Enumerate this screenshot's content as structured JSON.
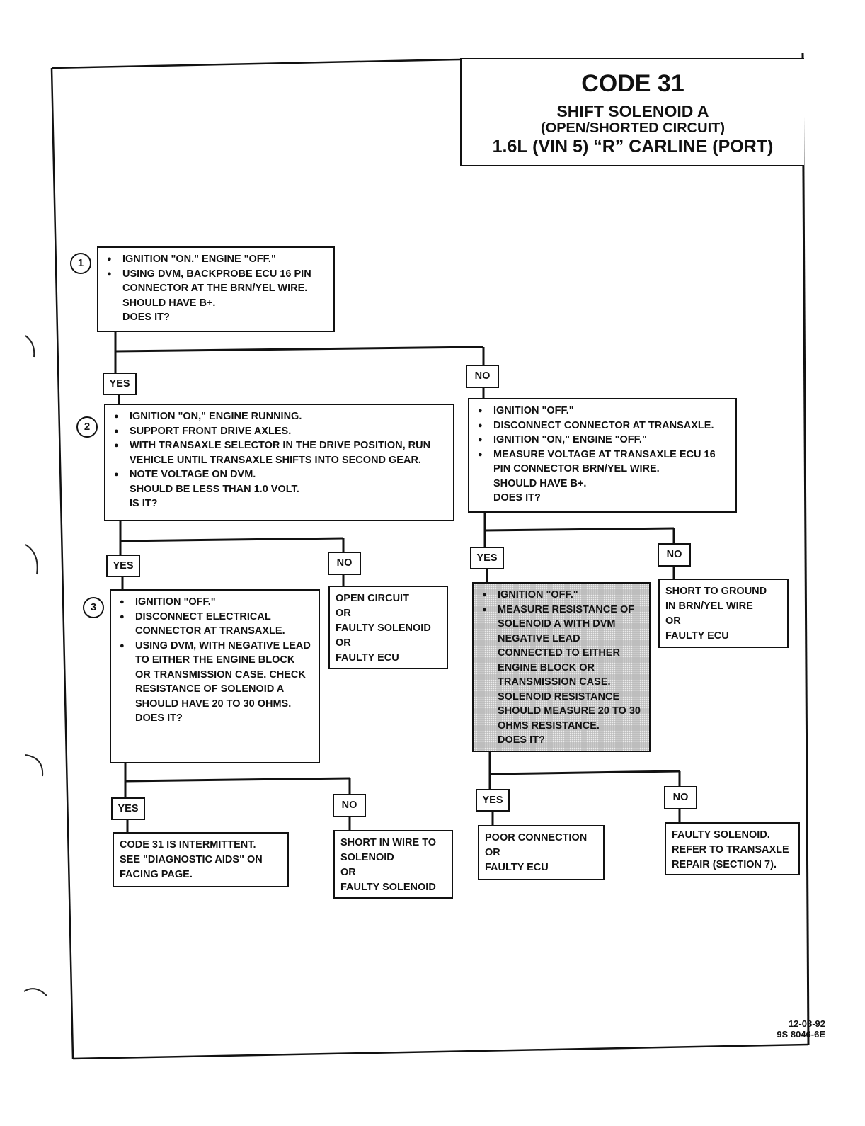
{
  "title": {
    "code": "CODE 31",
    "subtitle": "SHIFT SOLENOID A",
    "condition": "(OPEN/SHORTED CIRCUIT)",
    "application": "1.6L  (VIN 5)  “R”  CARLINE  (PORT)"
  },
  "steps": [
    {
      "number": "1",
      "bullets": [
        "IGNITION \"ON.\" ENGINE \"OFF.\"",
        "USING DVM, BACKPROBE ECU 16 PIN CONNECTOR AT THE BRN/YEL WIRE."
      ],
      "tail": [
        "SHOULD HAVE B+.",
        "DOES IT?"
      ]
    },
    {
      "number": "2",
      "bullets": [
        "IGNITION \"ON,\" ENGINE RUNNING.",
        "SUPPORT FRONT DRIVE AXLES.",
        "WITH TRANSAXLE SELECTOR IN THE DRIVE POSITION, RUN VEHICLE UNTIL TRANSAXLE SHIFTS INTO SECOND GEAR.",
        "NOTE VOLTAGE ON DVM."
      ],
      "tail": [
        "SHOULD BE LESS THAN 1.0  VOLT.",
        "IS IT?"
      ]
    },
    {
      "number": "3",
      "bullets": [
        "IGNITION \"OFF.\"",
        "DISCONNECT ELECTRICAL CONNECTOR AT TRANSAXLE.",
        "USING DVM, WITH NEGATIVE LEAD TO EITHER THE ENGINE BLOCK OR TRANSMISSION CASE. CHECK RESISTANCE OF SOLENOID A SHOULD HAVE 20 TO 30 OHMS."
      ],
      "tail": [
        "DOES IT?"
      ]
    }
  ],
  "no_branch_check": {
    "bullets": [
      "IGNITION \"OFF.\"",
      "DISCONNECT CONNECTOR AT TRANSAXLE.",
      "IGNITION \"ON,\" ENGINE \"OFF.\"",
      "MEASURE VOLTAGE AT TRANSAXLE ECU 16 PIN CONNECTOR BRN/YEL WIRE."
    ],
    "tail": [
      "SHOULD HAVE B+.",
      "DOES IT?"
    ]
  },
  "shaded_check": {
    "bullets": [
      "IGNITION \"OFF.\"",
      "MEASURE RESISTANCE OF SOLENOID A WITH DVM NEGATIVE LEAD CONNECTED TO EITHER ENGINE BLOCK OR TRANSMISSION CASE. SOLENOID RESISTANCE SHOULD MEASURE 20 TO 30 OHMS RESISTANCE."
    ],
    "tail": [
      "DOES IT?"
    ]
  },
  "results": {
    "open_circuit": [
      "OPEN CIRCUIT",
      "OR",
      "FAULTY SOLENOID",
      "OR",
      "FAULTY ECU"
    ],
    "short_to_ground": [
      "SHORT TO GROUND",
      "IN BRN/YEL WIRE",
      "OR",
      "FAULTY ECU"
    ],
    "intermittent": [
      "CODE 31 IS INTERMITTENT.",
      "SEE \"DIAGNOSTIC AIDS\" ON",
      "FACING PAGE."
    ],
    "short_in_wire": [
      "SHORT IN WIRE TO",
      "SOLENOID",
      "OR",
      "FAULTY SOLENOID"
    ],
    "poor_connection": [
      "POOR CONNECTION",
      "OR",
      "FAULTY ECU"
    ],
    "faulty_solenoid": [
      "FAULTY SOLENOID.",
      "REFER TO TRANSAXLE",
      "REPAIR (SECTION 7)."
    ]
  },
  "labels": {
    "yes": "YES",
    "no": "NO"
  },
  "footer": {
    "date": "12-08-92",
    "doc_number": "9S 8046-6E"
  }
}
